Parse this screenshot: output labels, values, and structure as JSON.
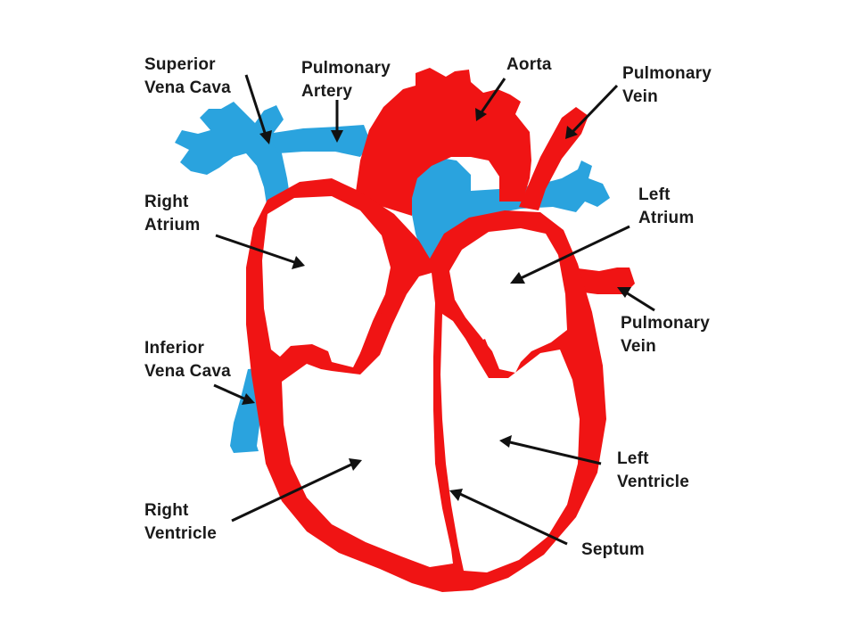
{
  "colors": {
    "artery": "#f01414",
    "vein": "#2aa3de",
    "chamber": "#ffffff",
    "text": "#1a1a1a",
    "arrow": "#111111"
  },
  "labels": {
    "superior_vena_cava": [
      "Superior",
      "Vena Cava"
    ],
    "pulmonary_artery": [
      "Pulmonary",
      "Artery"
    ],
    "aorta": [
      "Aorta"
    ],
    "pulmonary_vein_top": [
      "Pulmonary",
      "Vein"
    ],
    "right_atrium": [
      "Right",
      "Atrium"
    ],
    "left_atrium": [
      "Left",
      "Atrium"
    ],
    "pulmonary_vein_right": [
      "Pulmonary",
      "Vein"
    ],
    "inferior_vena_cava": [
      "Inferior",
      "Vena Cava"
    ],
    "left_ventricle": [
      "Left",
      "Ventricle"
    ],
    "right_ventricle": [
      "Right",
      "Ventricle"
    ],
    "septum": [
      "Septum"
    ]
  }
}
